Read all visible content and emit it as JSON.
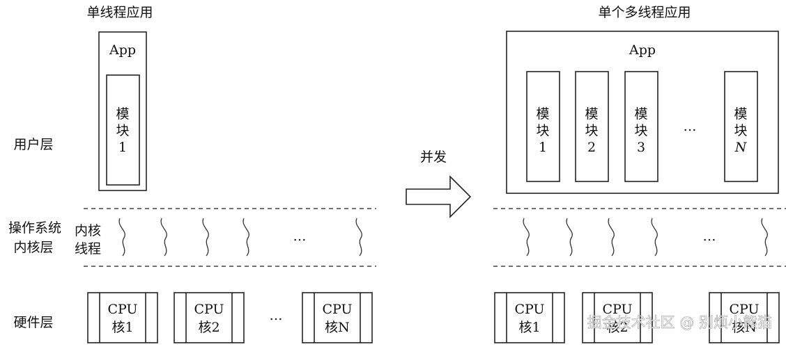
{
  "left": {
    "title": "单线程应用",
    "app_label": "App",
    "module": [
      "模",
      "块",
      "1"
    ]
  },
  "right": {
    "title": "单个多线程应用",
    "app_label": "App",
    "modules": [
      [
        "模",
        "块",
        "1"
      ],
      [
        "模",
        "块",
        "2"
      ],
      [
        "模",
        "块",
        "3"
      ],
      [
        "模",
        "块",
        "N"
      ]
    ],
    "ellipsis": "…"
  },
  "layers": {
    "user": "用户层",
    "os_line1": "操作系统",
    "os_line2": "内核层",
    "kernel_threads_line1": "内核",
    "kernel_threads_line2": "线程",
    "hardware": "硬件层"
  },
  "arrow_label": "并发",
  "thread_ellipsis": "…",
  "cpus_left": [
    {
      "line1": "CPU",
      "line2": "核1"
    },
    {
      "line1": "CPU",
      "line2": "核2"
    },
    {
      "line1": "CPU",
      "line2": "核N"
    }
  ],
  "cpus_right": [
    {
      "line1": "CPU",
      "line2": "核1"
    },
    {
      "line1": "CPU",
      "line2": "核2"
    },
    {
      "line1": "CPU",
      "line2": "核N"
    }
  ],
  "cpu_ellipsis": "…",
  "watermark": "掘金技术社区 @ 别烦小熊猫"
}
